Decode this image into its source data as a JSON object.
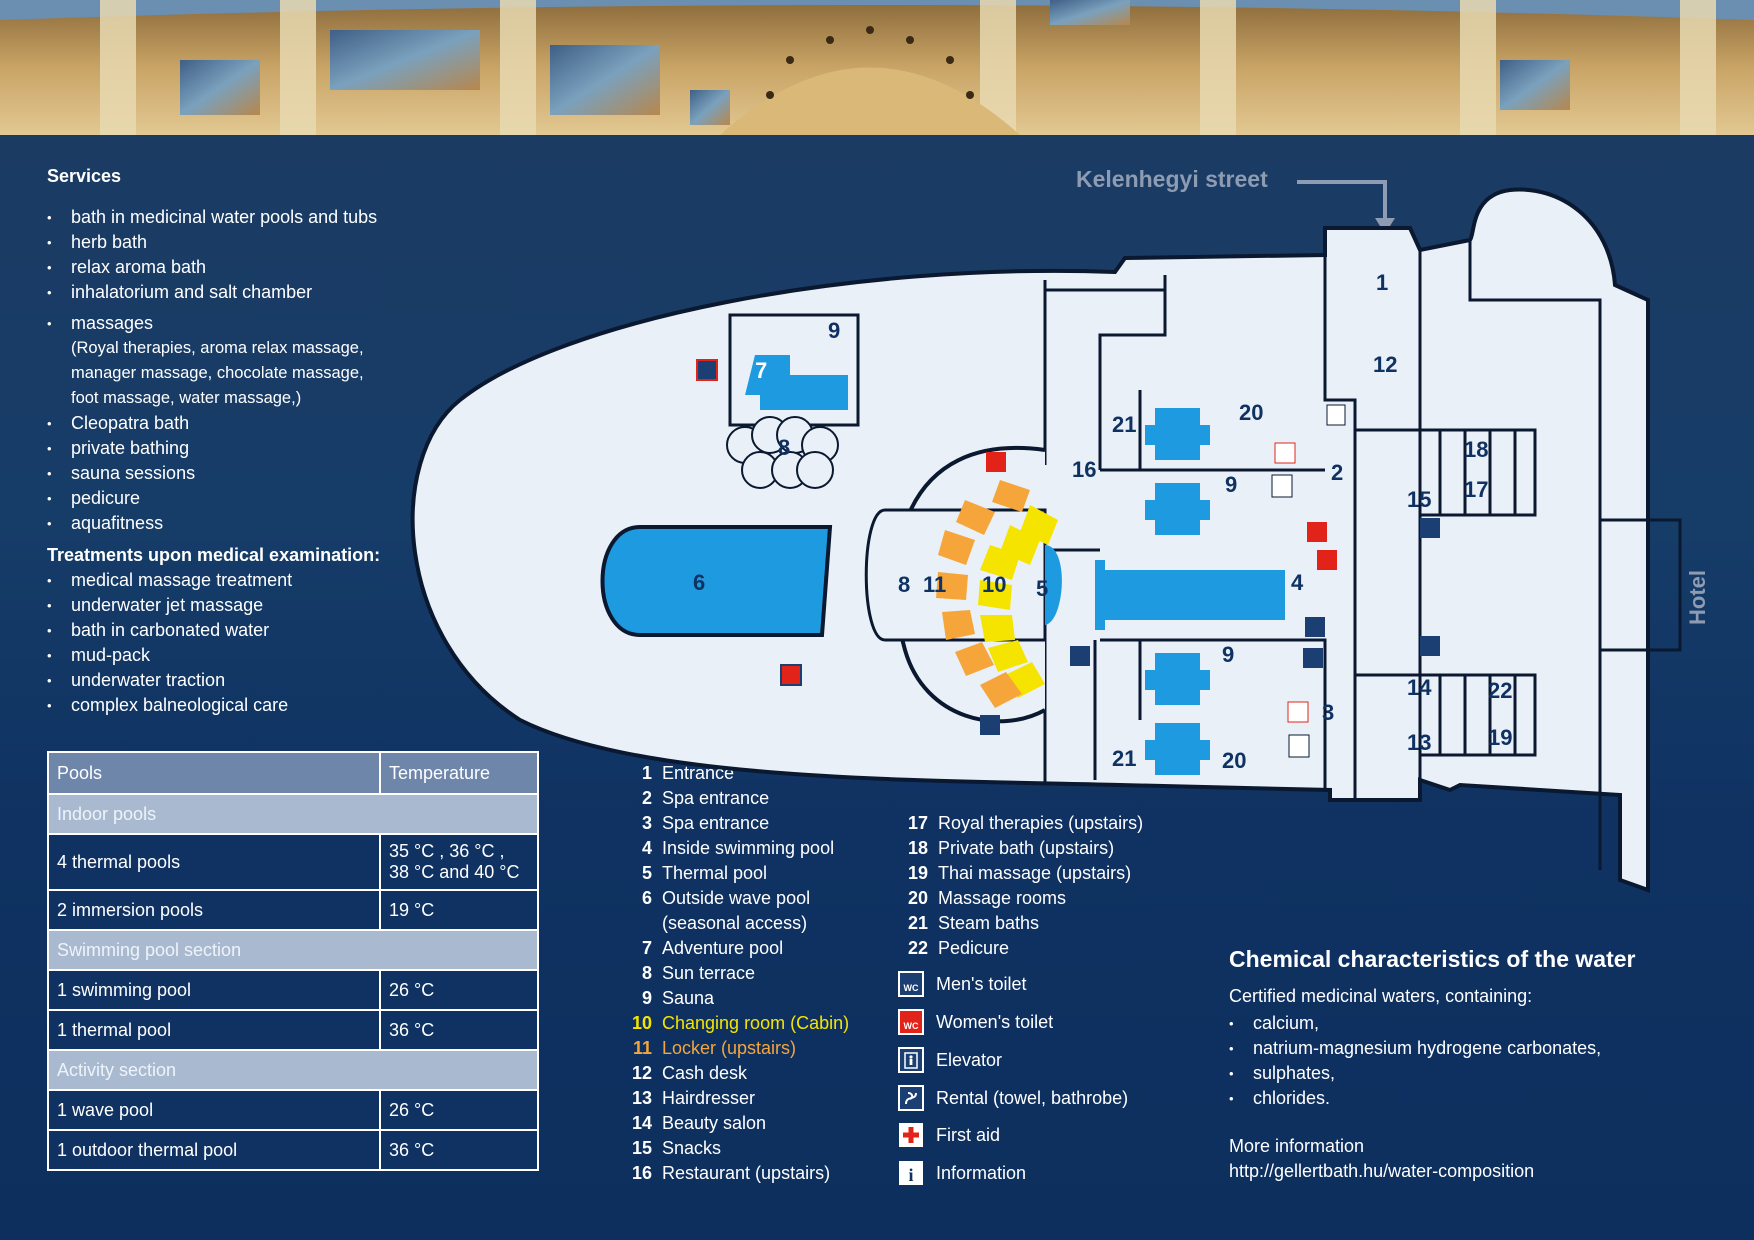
{
  "street_label": "Kelenhegyi street",
  "hotel_label": "Hotel",
  "services": {
    "title": "Services",
    "items": [
      "bath in medicinal water pools and tubs",
      "herb bath",
      "relax aroma bath",
      "inhalatorium and salt chamber",
      "massages",
      "Cleopatra bath",
      "private bathing",
      "sauna sessions",
      "pedicure",
      "aquafitness"
    ],
    "massage_details": [
      "(Royal therapies, aroma relax massage,",
      "manager massage, chocolate massage,",
      "foot massage, water massage,)"
    ]
  },
  "treatments": {
    "title": "Treatments upon medical examination:",
    "items": [
      "medical massage treatment",
      "underwater jet massage",
      "bath in carbonated water",
      "mud-pack",
      "underwater traction",
      "complex balneological care"
    ]
  },
  "pool_table": {
    "headers": [
      "Pools",
      "Temperature"
    ],
    "sections": [
      {
        "name": "Indoor pools",
        "rows": [
          [
            "4 thermal pools",
            "35 °C , 36 °C ,",
            "38 °C and 40 °C"
          ],
          [
            "2 immersion pools",
            "19 °C",
            ""
          ]
        ]
      },
      {
        "name": "Swimming pool section",
        "rows": [
          [
            "1 swimming pool",
            "26 °C",
            ""
          ],
          [
            "1 thermal pool",
            "36 °C",
            ""
          ]
        ]
      },
      {
        "name": "Activity section",
        "rows": [
          [
            "1 wave pool",
            "26 °C",
            ""
          ],
          [
            "1 outdoor thermal pool",
            "36 °C",
            ""
          ]
        ]
      }
    ]
  },
  "legend_col1": [
    {
      "num": "1",
      "label": "Entrance"
    },
    {
      "num": "2",
      "label": "Spa entrance"
    },
    {
      "num": "3",
      "label": "Spa entrance"
    },
    {
      "num": "4",
      "label": "Inside swimming pool"
    },
    {
      "num": "5",
      "label": "Thermal pool"
    },
    {
      "num": "6",
      "label": "Outside wave pool"
    },
    {
      "num": "",
      "label": "(seasonal access)"
    },
    {
      "num": "7",
      "label": "Adventure pool"
    },
    {
      "num": "8",
      "label": "Sun terrace"
    },
    {
      "num": "9",
      "label": "Sauna"
    },
    {
      "num": "10",
      "label": "Changing room (Cabin)"
    },
    {
      "num": "11",
      "label": "Locker (upstairs)"
    },
    {
      "num": "12",
      "label": "Cash desk"
    },
    {
      "num": "13",
      "label": "Hairdresser"
    },
    {
      "num": "14",
      "label": "Beauty salon"
    },
    {
      "num": "15",
      "label": "Snacks"
    },
    {
      "num": "16",
      "label": "Restaurant (upstairs)"
    }
  ],
  "legend_col2": [
    {
      "num": "17",
      "label": "Royal therapies (upstairs)"
    },
    {
      "num": "18",
      "label": "Private bath (upstairs)"
    },
    {
      "num": "19",
      "label": "Thai massage (upstairs)"
    },
    {
      "num": "20",
      "label": "Massage rooms"
    },
    {
      "num": "21",
      "label": "Steam baths"
    },
    {
      "num": "22",
      "label": "Pedicure"
    }
  ],
  "icon_legend": [
    {
      "icon": "mens-toilet-icon",
      "label": "Men's toilet"
    },
    {
      "icon": "womens-toilet-icon",
      "label": "Women's toilet"
    },
    {
      "icon": "elevator-icon",
      "label": "Elevator"
    },
    {
      "icon": "rental-icon",
      "label": "Rental (towel, bathrobe)"
    },
    {
      "icon": "first-aid-icon",
      "label": "First aid"
    },
    {
      "icon": "information-icon",
      "label": "Information"
    }
  ],
  "wc_text": "WC",
  "info_text": "i",
  "chemical": {
    "title": "Chemical characteristics of the water",
    "intro": "Certified medicinal waters, containing:",
    "items": [
      "calcium,",
      "natrium-magnesium hydrogene carbonates,",
      "sulphates,",
      "chlorides."
    ],
    "more_label": "More information",
    "url": "http://gellertbath.hu/water-composition"
  },
  "map_numbers": {
    "n1": "1",
    "n2": "2",
    "n3": "3",
    "n4": "4",
    "n5": "5",
    "n6": "6",
    "n7": "7",
    "n8": "8",
    "n9": "9",
    "n10": "10",
    "n11": "11",
    "n12": "12",
    "n13": "13",
    "n14": "14",
    "n15": "15",
    "n16": "16",
    "n17": "17",
    "n18": "18",
    "n19": "19",
    "n20": "20",
    "n21": "21",
    "n22": "22"
  },
  "colors": {
    "background": "#0f3262",
    "map_fill": "#eaf0f8",
    "water": "#1e9be0",
    "cabin_yellow": "#f5e400",
    "locker_orange": "#f6a53a",
    "womens_red": "#e2231a",
    "mens_blue": "#1b3e73"
  }
}
